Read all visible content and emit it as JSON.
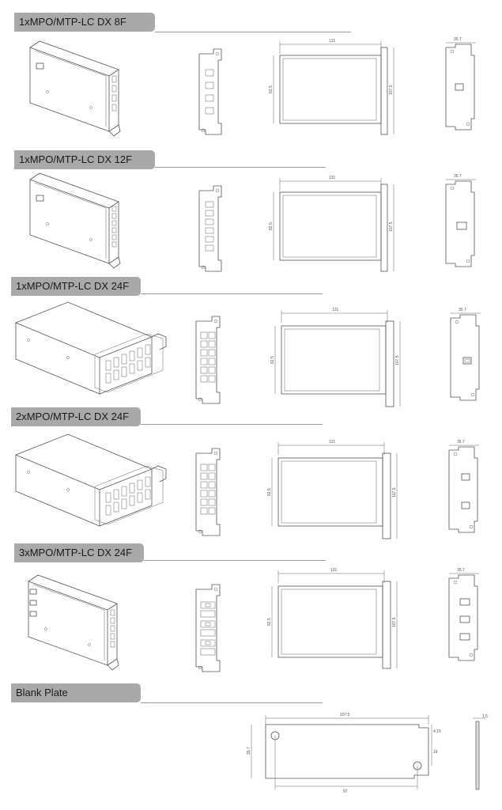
{
  "sections": [
    {
      "title": "1xMPO/MTP-LC DX 8F",
      "dims": {
        "width": "131",
        "height": "82.5",
        "plate_height": "107.5",
        "thickness": "35.7"
      }
    },
    {
      "title": "1xMPO/MTP-LC DX 12F",
      "dims": {
        "width": "131",
        "height": "82.5",
        "plate_height": "107.5",
        "thickness": "35.7"
      }
    },
    {
      "title": "1xMPO/MTP-LC DX 24F",
      "dims": {
        "width": "131",
        "height": "82.5",
        "plate_height": "107.5",
        "thickness": "35.7"
      }
    },
    {
      "title": "2xMPO/MTP-LC DX 24F",
      "dims": {
        "width": "131",
        "height": "82.5",
        "plate_height": "107.5",
        "thickness": "35.7"
      }
    },
    {
      "title": "3xMPO/MTP-LC DX 24F",
      "dims": {
        "width": "131",
        "height": "82.5",
        "plate_height": "107.5",
        "thickness": "35.7"
      }
    }
  ],
  "blank_plate": {
    "title": "Blank Plate",
    "dims": {
      "length": "107.5",
      "height": "35.7",
      "inner": "97",
      "edge1": "4.15",
      "edge2": "16",
      "thickness": "1.5"
    }
  }
}
